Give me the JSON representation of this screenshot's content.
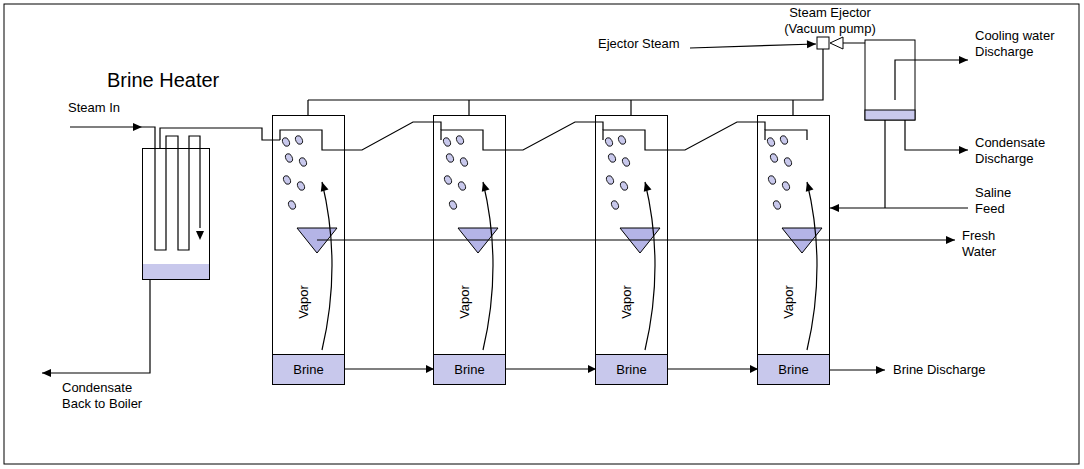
{
  "diagram": {
    "nodes": [
      {
        "text": [
          "Brine Heater"
        ]
      },
      {
        "text": [
          "Vapor"
        ]
      },
      {
        "text": [
          "Vapor"
        ]
      },
      {
        "text": [
          "Vapor"
        ]
      },
      {
        "text": [
          "Vapor"
        ]
      },
      {
        "text": [
          "Brine"
        ],
        "in": 1
      },
      {
        "text": [
          "Brine"
        ],
        "in": 2
      },
      {
        "text": [
          "Brine"
        ],
        "in": 3
      },
      {
        "text": [
          "Brine"
        ],
        "in": 4
      }
    ],
    "edges": [
      {
        "from": 5,
        "to": 6,
        "arrow": "to"
      },
      {
        "from": 6,
        "to": 7,
        "arrow": "to"
      },
      {
        "from": 7,
        "to": 8,
        "arrow": "to"
      }
    ],
    "labels": [
      "Steam In",
      "Condensate Back to Boiler",
      "Ejector Steam",
      "Steam Ejector (Vacuum pump)",
      "Cooling water Discharge",
      "Condensate Discharge",
      "Saline Feed",
      "Fresh Water",
      "Brine Discharge"
    ]
  }
}
